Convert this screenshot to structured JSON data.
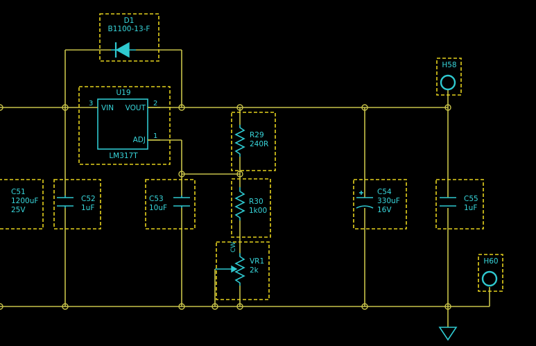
{
  "components": {
    "D1": {
      "ref": "D1",
      "value": "B1100-13-F"
    },
    "U19": {
      "ref": "U19",
      "value": "LM317T",
      "pin_vin_label": "VIN",
      "pin_vout_label": "VOUT",
      "pin_adj_label": "ADJ",
      "pin_vin_num": "3",
      "pin_vout_num": "2",
      "pin_adj_num": "1"
    },
    "R29": {
      "ref": "R29",
      "value": "240R"
    },
    "R30": {
      "ref": "R30",
      "value": "1k00"
    },
    "VR1": {
      "ref": "VR1",
      "value": "2k",
      "cw_label": "CW"
    },
    "C51": {
      "ref": "C51",
      "value": "1200uF",
      "voltage": "25V"
    },
    "C52": {
      "ref": "C52",
      "value": "1uF"
    },
    "C53": {
      "ref": "C53",
      "value": "10uF"
    },
    "C54": {
      "ref": "C54",
      "value": "330uF",
      "voltage": "16V"
    },
    "C55": {
      "ref": "C55",
      "value": "1uF"
    },
    "H58": {
      "ref": "H58"
    },
    "H60": {
      "ref": "H60"
    }
  },
  "colors": {
    "wire": "#c8c34a",
    "component": "#2fc9d0",
    "component_box": "#e6d21d",
    "background": "#000000"
  },
  "icons": {
    "ground": "ground-symbol-icon",
    "mounting_hole": "mounting-hole-icon"
  }
}
